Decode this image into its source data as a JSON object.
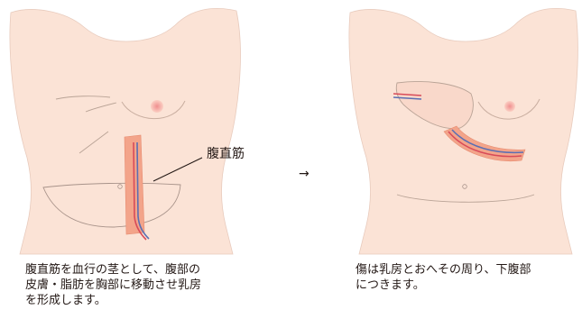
{
  "left_panel": {
    "label_muscle": "腹直筋",
    "caption_lines": [
      "腹直筋を血行の茎として、腹部の",
      "皮膚・脂肪を胸部に移動させ乳房",
      "を形成します。"
    ]
  },
  "arrow_glyph": "→",
  "right_panel": {
    "caption_lines": [
      "傷は乳房とおへその周り、下腹部",
      "につきます。"
    ]
  },
  "colors": {
    "skin": "#fbe3d6",
    "outline": "#c9aea0",
    "flap": "#f3a48a",
    "vessel_red": "#d84b59",
    "vessel_blue": "#5b6fb3",
    "nipple": "#f19a95",
    "text": "#231815"
  }
}
